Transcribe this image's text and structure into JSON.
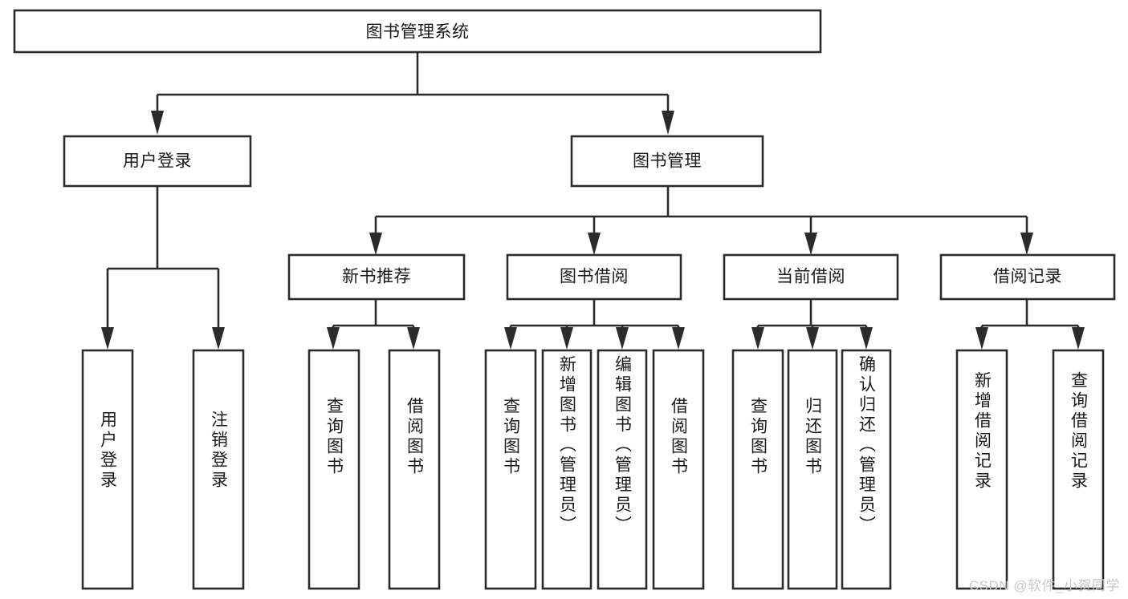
{
  "diagram": {
    "type": "tree",
    "title": "图书管理系统",
    "orientation": "top-down",
    "background_color": "#ffffff",
    "line_color": "#2b2b2b",
    "text_color": "#1a1a1a",
    "root": {
      "id": "root",
      "label": "图书管理系统",
      "text_direction": "horizontal"
    },
    "level2": [
      {
        "id": "user-login",
        "label": "用户登录",
        "text_direction": "horizontal"
      },
      {
        "id": "book-manage",
        "label": "图书管理",
        "text_direction": "horizontal"
      }
    ],
    "level3": [
      {
        "id": "new-book-recommend",
        "label": "新书推荐",
        "parent": "book-manage",
        "text_direction": "horizontal"
      },
      {
        "id": "book-borrow",
        "label": "图书借阅",
        "parent": "book-manage",
        "text_direction": "horizontal"
      },
      {
        "id": "current-borrow",
        "label": "当前借阅",
        "parent": "book-manage",
        "text_direction": "horizontal"
      },
      {
        "id": "borrow-record",
        "label": "借阅记录",
        "parent": "book-manage",
        "text_direction": "horizontal"
      }
    ],
    "leaves": [
      {
        "id": "leaf-user-login",
        "label": "用户登录",
        "parent": "user-login",
        "text_direction": "vertical"
      },
      {
        "id": "leaf-user-logout",
        "label": "注销登录",
        "parent": "user-login",
        "text_direction": "vertical"
      },
      {
        "id": "leaf-query-book-1",
        "label": "查询图书",
        "parent": "new-book-recommend",
        "text_direction": "vertical"
      },
      {
        "id": "leaf-borrow-book-1",
        "label": "借阅图书",
        "parent": "new-book-recommend",
        "text_direction": "vertical"
      },
      {
        "id": "leaf-query-book-2",
        "label": "查询图书",
        "parent": "book-borrow",
        "text_direction": "vertical"
      },
      {
        "id": "leaf-add-book",
        "label": "新增图书（管理员）",
        "parent": "book-borrow",
        "text_direction": "vertical"
      },
      {
        "id": "leaf-edit-book",
        "label": "编辑图书（管理员）",
        "parent": "book-borrow",
        "text_direction": "vertical"
      },
      {
        "id": "leaf-borrow-book-2",
        "label": "借阅图书",
        "parent": "book-borrow",
        "text_direction": "vertical"
      },
      {
        "id": "leaf-query-book-3",
        "label": "查询图书",
        "parent": "current-borrow",
        "text_direction": "vertical"
      },
      {
        "id": "leaf-return-book",
        "label": "归还图书",
        "parent": "current-borrow",
        "text_direction": "vertical"
      },
      {
        "id": "leaf-confirm-return",
        "label": "确认归还（管理员）",
        "parent": "current-borrow",
        "text_direction": "vertical"
      },
      {
        "id": "leaf-add-record",
        "label": "新增借阅记录",
        "parent": "borrow-record",
        "text_direction": "vertical"
      },
      {
        "id": "leaf-query-record",
        "label": "查询借阅记录",
        "parent": "borrow-record",
        "text_direction": "vertical"
      }
    ]
  },
  "watermark": {
    "text": "CSDN @软件_小贺同学"
  }
}
